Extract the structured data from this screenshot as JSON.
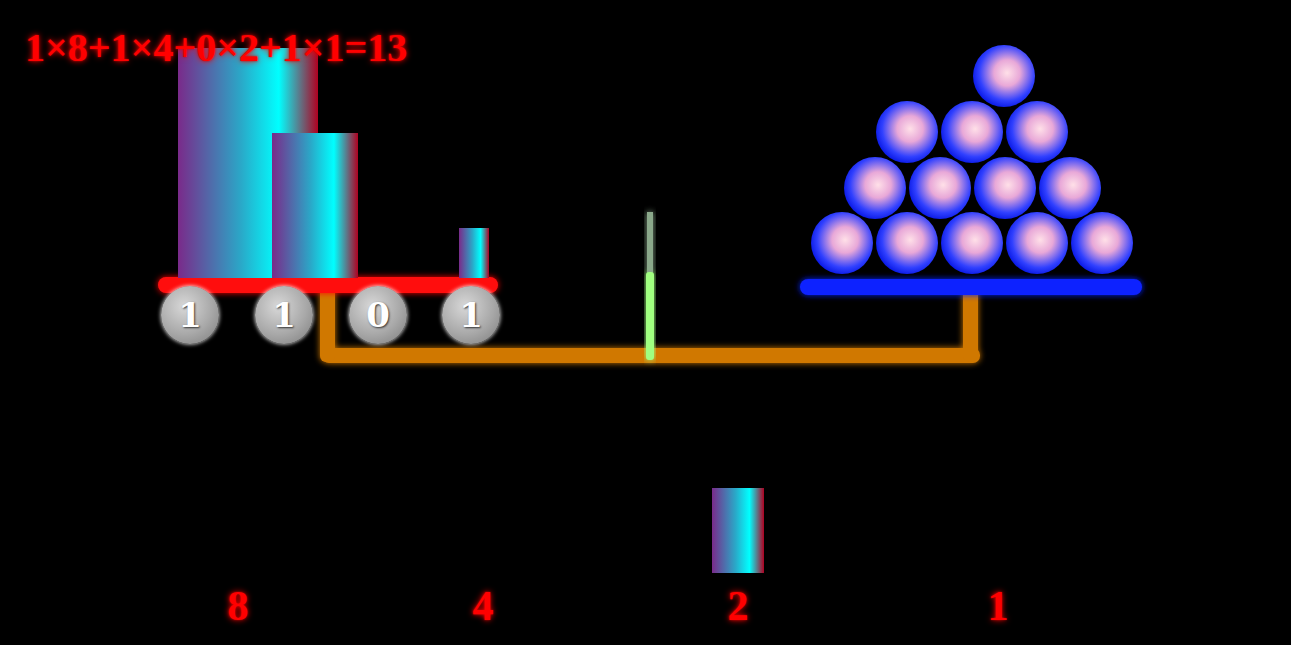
{
  "diagram": {
    "nodes": [
      {
        "text": [
          "1"
        ]
      },
      {
        "text": [
          "1"
        ]
      },
      {
        "text": [
          "0"
        ]
      },
      {
        "text": [
          "1"
        ]
      }
    ],
    "labels": [
      "1×8+1×4+0×2+1×1=13",
      "8",
      "4",
      "2",
      "1"
    ]
  }
}
